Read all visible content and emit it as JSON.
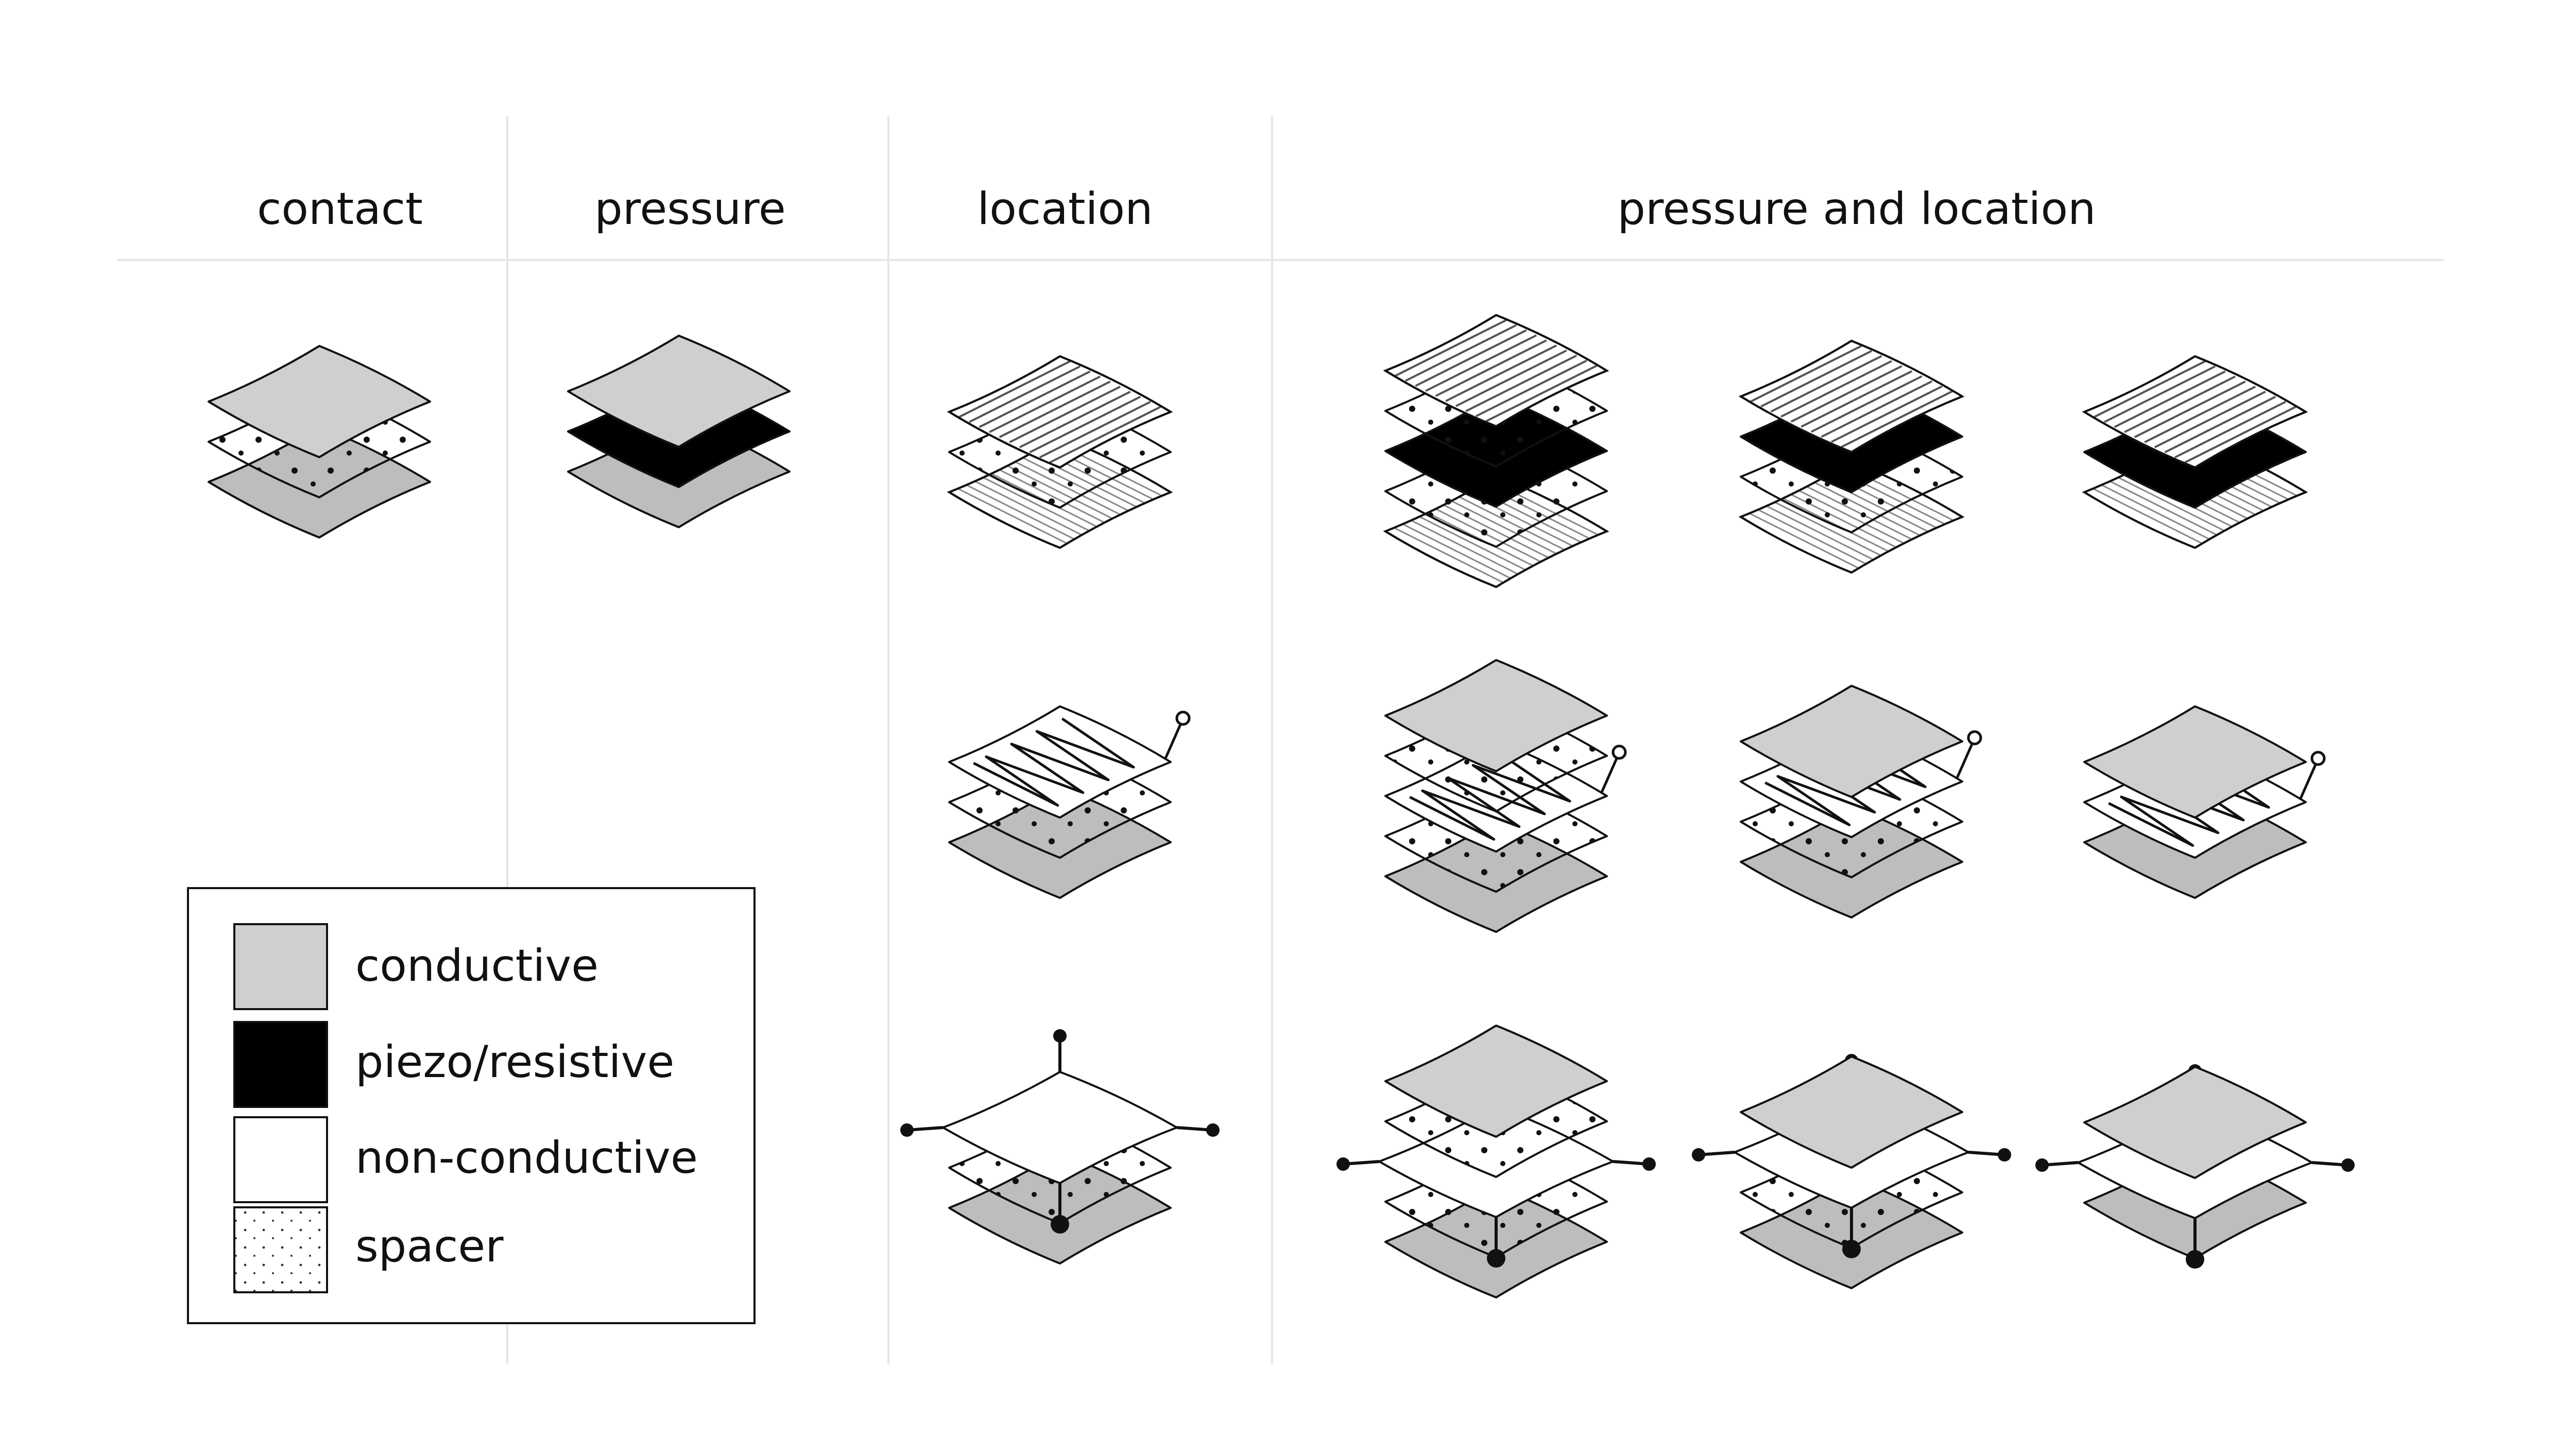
{
  "headers": {
    "contact": "contact",
    "pressure": "pressure",
    "location": "location",
    "pressure_and_location": "pressure and location"
  },
  "legend": {
    "items": [
      {
        "key": "conductive",
        "label": "conductive"
      },
      {
        "key": "piezo",
        "label": "piezo/resistive"
      },
      {
        "key": "nonconductive",
        "label": "non-conductive"
      },
      {
        "key": "spacer",
        "label": "spacer"
      }
    ]
  },
  "colors": {
    "conductive": "#cfcfcf",
    "piezo": "#000000",
    "nonconductive": "#ffffff",
    "spacer": "#ffffff",
    "base": "#bdbdbd",
    "grid_line": "#e6e6e6",
    "outline": "#111111"
  }
}
